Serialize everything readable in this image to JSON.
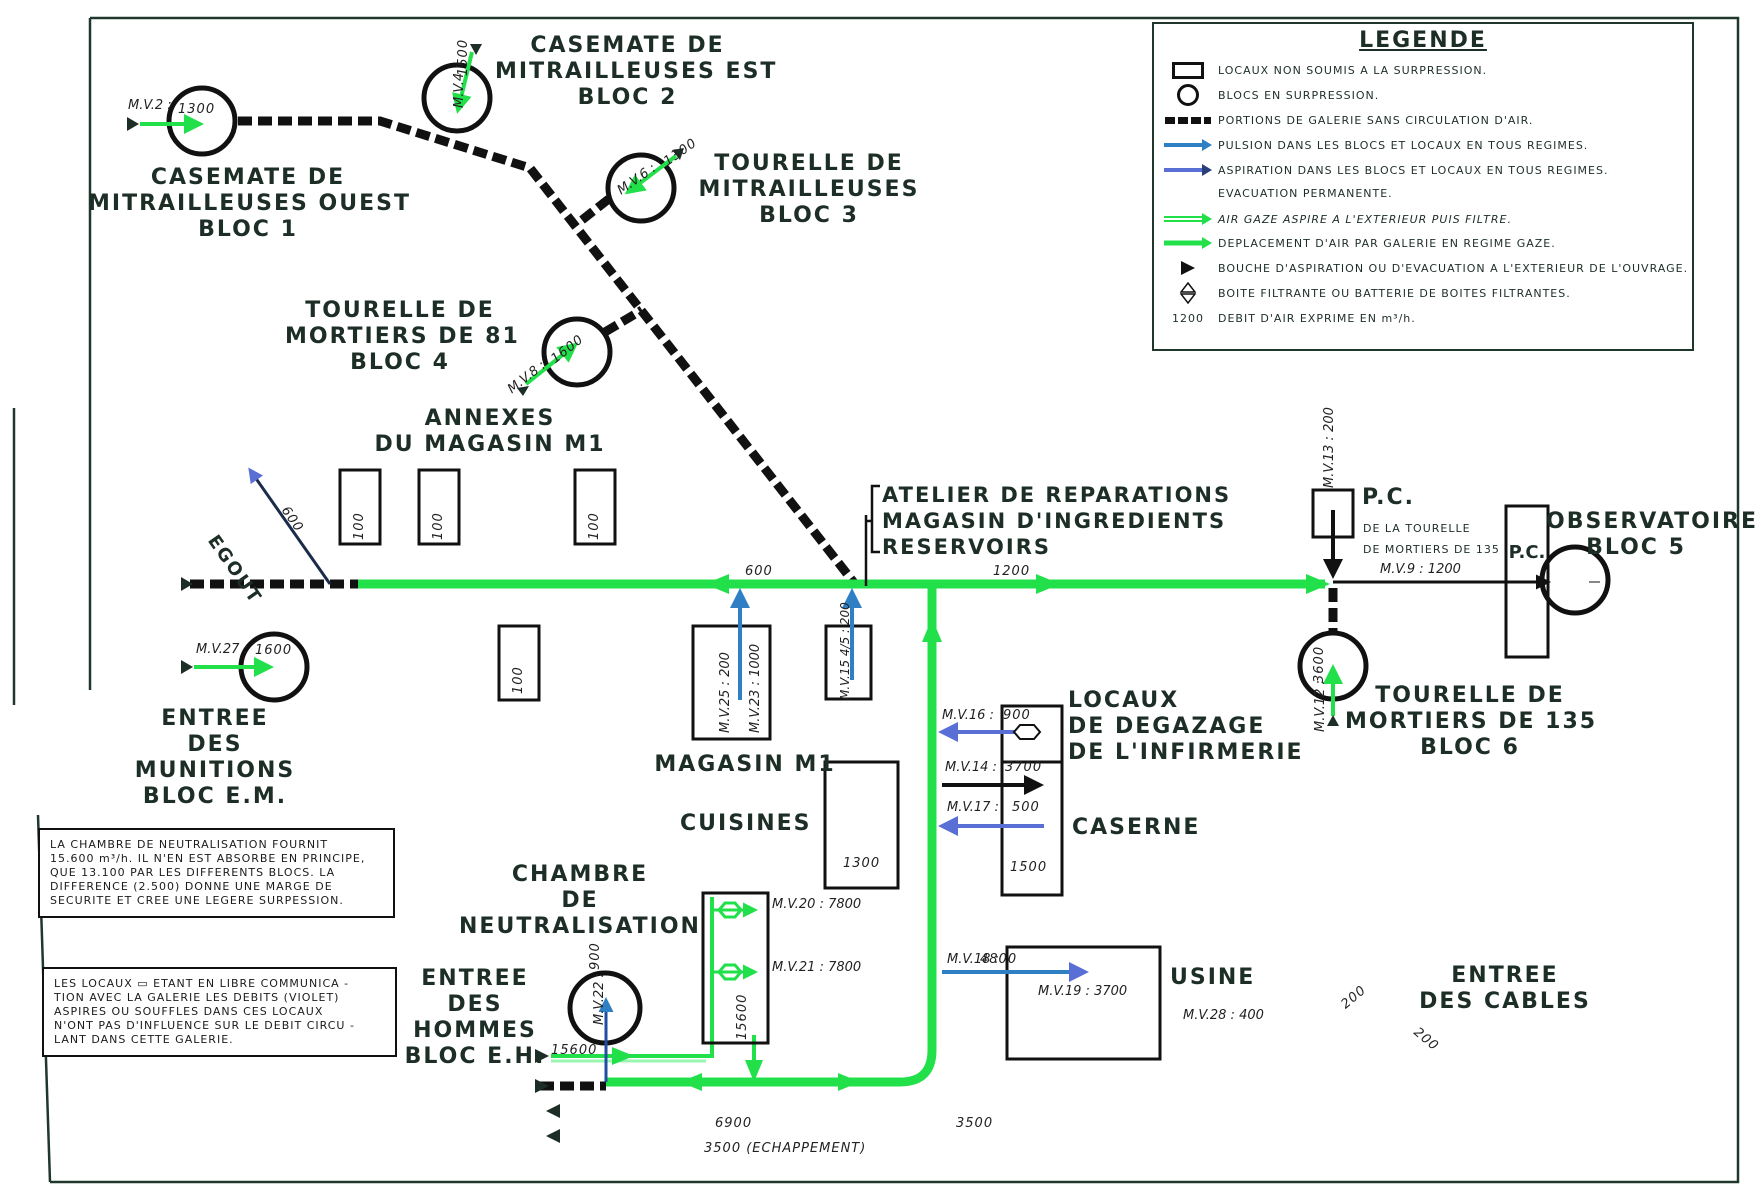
{
  "colors": {
    "ink": "#111111",
    "label": "#1d2e26",
    "green": "#22e04a",
    "pulsion_blue": "#2f7fc4",
    "aspiration_violet": "#5a6fd6",
    "frame": "#20382c"
  },
  "legend": {
    "title": "LEGENDE",
    "items": [
      {
        "icon": "rectangle-icon",
        "text": "LOCAUX NON SOUMIS A LA SURPRESSION."
      },
      {
        "icon": "circle-icon",
        "text": "BLOCS EN SURPRESSION."
      },
      {
        "icon": "dashed-gallery-icon",
        "text": "PORTIONS DE GALERIE SANS CIRCULATION D'AIR."
      },
      {
        "icon": "blue-arrow-icon",
        "text": "PULSION DANS LES BLOCS ET LOCAUX EN TOUS REGIMES."
      },
      {
        "icon": "violet-arrow-icon",
        "text": "ASPIRATION DANS LES BLOCS ET LOCAUX EN TOUS REGIMES."
      },
      {
        "icon": "none",
        "text": "EVACUATION PERMANENTE."
      },
      {
        "icon": "green-double-arrow-icon",
        "text": "AIR GAZE ASPIRE A L'EXTERIEUR PUIS FILTRE."
      },
      {
        "icon": "green-arrow-icon",
        "text": "DEPLACEMENT D'AIR PAR GALERIE EN REGIME GAZE."
      },
      {
        "icon": "triangle-icon",
        "text": "BOUCHE D'ASPIRATION OU D'EVACUATION A L'EXTERIEUR DE L'OUVRAGE."
      },
      {
        "icon": "filter-box-icon",
        "text": "BOITE FILTRANTE OU BATTERIE DE BOITES FILTRANTES."
      },
      {
        "icon": "flow-value-sample",
        "sample": "1200",
        "text": "DEBIT D'AIR EXPRIME EN m³/h."
      }
    ]
  },
  "blocks": {
    "bloc1": {
      "title": "CASEMATE DE\nMITRAILLEUSES OUEST\nBLOC 1",
      "mv": "M.V.2 :",
      "flow": "1300"
    },
    "bloc2": {
      "title": "CASEMATE DE\nMITRAILLEUSES EST\nBLOC 2",
      "mv": "M.V.4 :",
      "flow": "1500"
    },
    "bloc3": {
      "title": "TOURELLE DE\nMITRAILLEUSES\nBLOC 3",
      "mv": "M.V.6 :",
      "flow": "1300"
    },
    "bloc4": {
      "title": "TOURELLE DE\nMORTIERS DE 81\nBLOC 4",
      "mv": "M.V.8 :",
      "flow": "1600"
    },
    "bloc5": {
      "title": "OBSERVATOIRE\nBLOC 5",
      "pc_label": "P.C.",
      "mv": "M.V.9 : 1200"
    },
    "bloc6": {
      "title": "TOURELLE DE\nMORTIERS DE 135\nBLOC 6",
      "mv": "M.V.12 :",
      "flow": "3600"
    },
    "bloc_em": {
      "title": "ENTREE\nDES\nMUNITIONS\nBLOC E.M.",
      "mv": "M.V.27 :",
      "flow": "1600"
    },
    "bloc_eh": {
      "title": "ENTREE\nDES\nHOMMES\nBLOC E.H.",
      "mv": "M.V.22 :",
      "flow": "900",
      "intake": "15600"
    }
  },
  "rooms": {
    "annexes": {
      "title": "ANNEXES\nDU MAGASIN M1",
      "flows": [
        "100",
        "100",
        "100",
        "100"
      ]
    },
    "egout": {
      "title": "EGOUT",
      "flow": "600"
    },
    "atelier": {
      "lines": [
        "ATELIER DE REPARATIONS",
        "MAGASIN D'INGREDIENTS",
        "RESERVOIRS"
      ],
      "mv": "M.V.15 4/5 : 200"
    },
    "magasin_m1": {
      "title": "MAGASIN M1",
      "mv_a": "M.V.25 : 200",
      "mv_b": "M.V.23 : 1000"
    },
    "cuisines": {
      "title": "CUISINES",
      "flow": "1300"
    },
    "pc": {
      "title": "P.C.",
      "subtitle": "DE LA TOURELLE\nDE MORTIERS DE 135",
      "mv": "M.V.13 : 200"
    },
    "degazage": {
      "title": "LOCAUX\nDE DEGAZAGE\nDE L'INFIRMERIE",
      "mv": "M.V.16 :",
      "flow": "900"
    },
    "caserne": {
      "title": "CASERNE",
      "mv14": "M.V.14 :",
      "flow14": "3700",
      "mv17": "M.V.17 :",
      "flow17": "500",
      "flow": "1500"
    },
    "neutralisation": {
      "title": "CHAMBRE\nDE\nNEUTRALISATION",
      "mv20": "M.V.20 : 7800",
      "mv21": "M.V.21 : 7800",
      "out": "15600"
    },
    "usine": {
      "title": "USINE",
      "mv18": "M.V.18 :",
      "flow18": "4800",
      "mv19": "M.V.19 : 3700",
      "mv28": "M.V.28 : 400"
    },
    "cables": {
      "title": "ENTREE\nDES CABLES",
      "flow_a": "200",
      "flow_b": "200"
    }
  },
  "gallery_flows": {
    "west": "600",
    "east": "1200",
    "return_a": "6900",
    "return_b": "3500",
    "exhaust": "3500 (ECHAPPEMENT)"
  },
  "notes": {
    "surpression": "LA CHAMBRE DE NEUTRALISATION FOURNIT\n15.600 m³/h. IL N'EN EST ABSORBE EN PRINCIPE,\nQUE 13.100 PAR LES DIFFERENTS BLOCS. LA\nDIFFERENCE (2.500) DONNE UNE MARGE DE\nSECURITE ET CREE UNE LEGERE SURPESSION.",
    "locaux": "LES LOCAUX ▭ ETANT EN LIBRE COMMUNICA -\nTION AVEC LA GALERIE LES DEBITS (VIOLET)\nASPIRES OU SOUFFLES DANS CES LOCAUX\nN'ONT PAS D'INFLUENCE SUR LE DEBIT CIRCU -\nLANT DANS CETTE GALERIE."
  }
}
